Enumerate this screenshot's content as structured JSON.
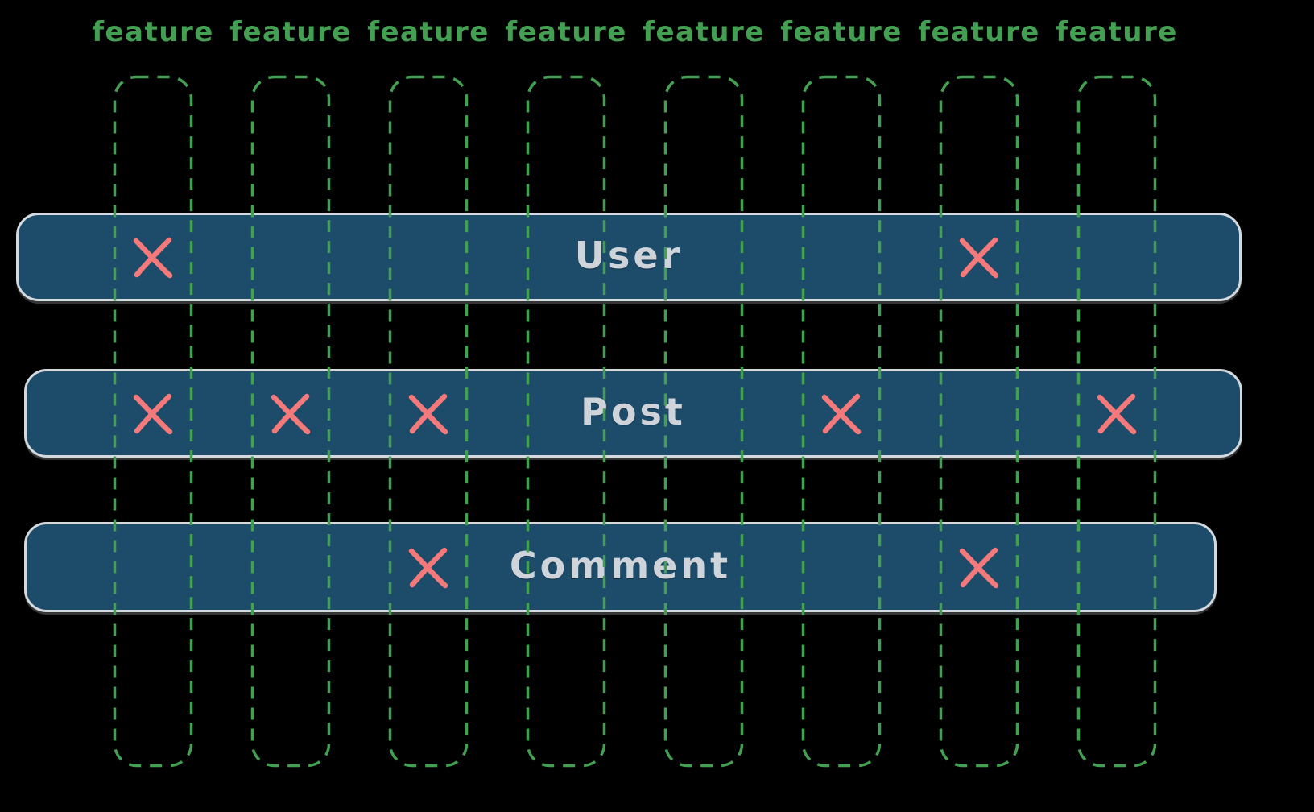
{
  "diagram": {
    "columns": [
      {
        "label": "feature"
      },
      {
        "label": "feature"
      },
      {
        "label": "feature"
      },
      {
        "label": "feature"
      },
      {
        "label": "feature"
      },
      {
        "label": "feature"
      },
      {
        "label": "feature"
      },
      {
        "label": "feature"
      }
    ],
    "rows": [
      {
        "label": "User",
        "marked_columns": [
          1,
          7
        ]
      },
      {
        "label": "Post",
        "marked_columns": [
          1,
          2,
          3,
          6,
          8
        ]
      },
      {
        "label": "Comment",
        "marked_columns": [
          3,
          7
        ]
      }
    ],
    "mark_glyph": "x-cross",
    "colors": {
      "background": "#000000",
      "column_green": "#43a052",
      "row_fill": "#1d4b6a",
      "row_stroke": "#d4d9de",
      "row_label": "#ced4da",
      "mark_red": "#f4797b"
    }
  }
}
